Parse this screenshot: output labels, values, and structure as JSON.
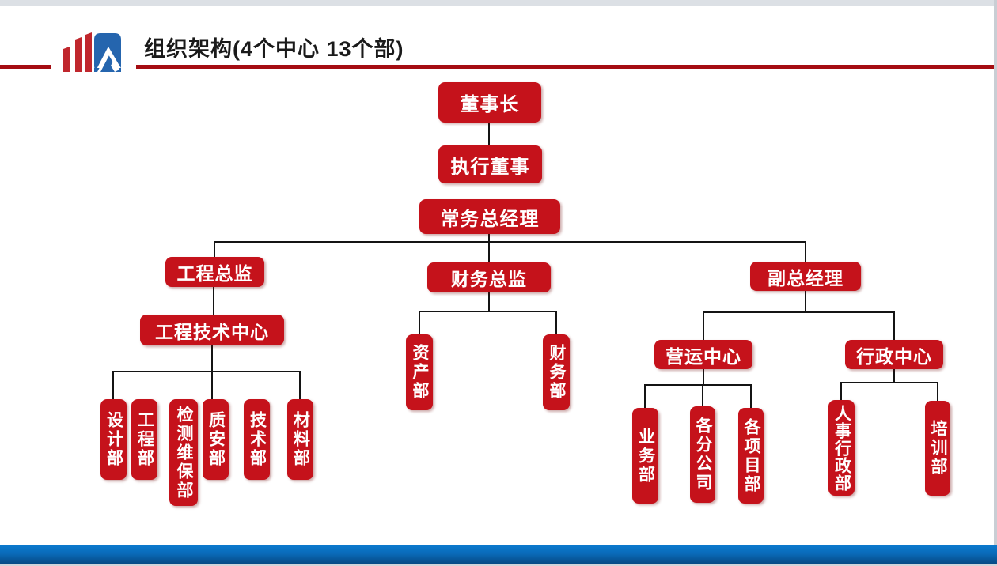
{
  "header": {
    "title": "组织架构(4个中心 13个部)",
    "accent_color": "#a50d12",
    "logo_icon": "company-logo"
  },
  "org": {
    "box_color": "#c5121b",
    "line_color": "#141414",
    "nodes": {
      "chairman": "董事长",
      "executive_director": "执行董事",
      "managing_gm": "常务总经理",
      "engineering_director": "工程总监",
      "finance_director": "财务总监",
      "deputy_gm": "副总经理",
      "engineering_tech_center": "工程技术中心",
      "operations_center": "营运中心",
      "admin_center": "行政中心",
      "design_dept": "设计部",
      "engineering_dept": "工程部",
      "inspection_maintenance_dept": "检测维保部",
      "quality_safety_dept": "质安部",
      "technology_dept": "技术部",
      "materials_dept": "材料部",
      "assets_dept": "资产部",
      "finance_dept": "财务部",
      "business_dept": "业务部",
      "branch_companies": "各分公司",
      "project_depts": "各项目部",
      "hr_admin_dept": "人事行政部",
      "training_dept": "培训部"
    },
    "hierarchy": {
      "董事长": {
        "执行董事": {
          "常务总经理": {
            "工程总监": {
              "工程技术中心": [
                "设计部",
                "工程部",
                "检测维保部",
                "质安部",
                "技术部",
                "材料部"
              ]
            },
            "财务总监": [
              "资产部",
              "财务部"
            ],
            "副总经理": {
              "营运中心": [
                "业务部",
                "各分公司",
                "各项目部"
              ],
              "行政中心": [
                "人事行政部",
                "培训部"
              ]
            }
          }
        }
      }
    }
  },
  "footer": {
    "bar_color_top": "#0b79cd",
    "bar_color_bottom": "#064a85"
  }
}
